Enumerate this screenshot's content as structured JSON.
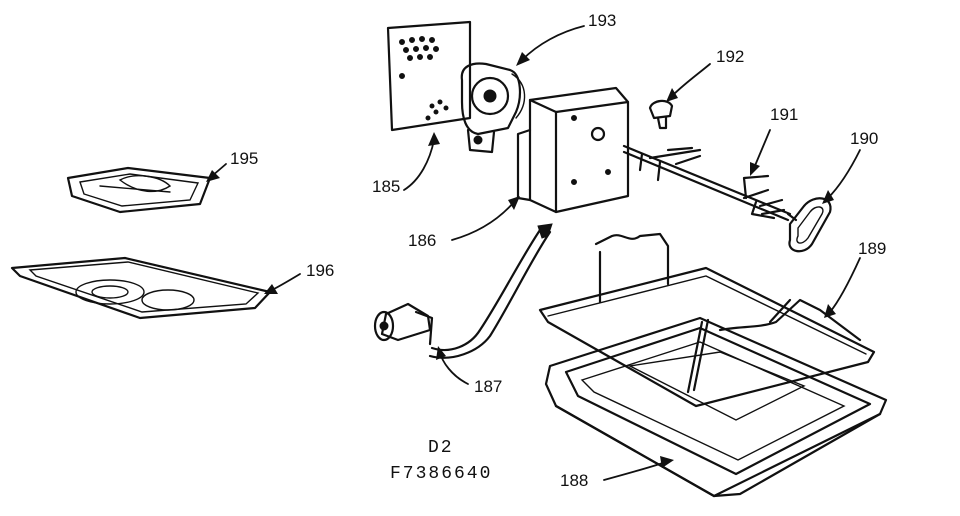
{
  "callouts": {
    "c185": "185",
    "c186": "186",
    "c187": "187",
    "c188": "188",
    "c189": "189",
    "c190": "190",
    "c191": "191",
    "c192": "192",
    "c193": "193",
    "c195": "195",
    "c196": "196"
  },
  "caption": {
    "line1": "D2",
    "line2": "F7386640"
  }
}
